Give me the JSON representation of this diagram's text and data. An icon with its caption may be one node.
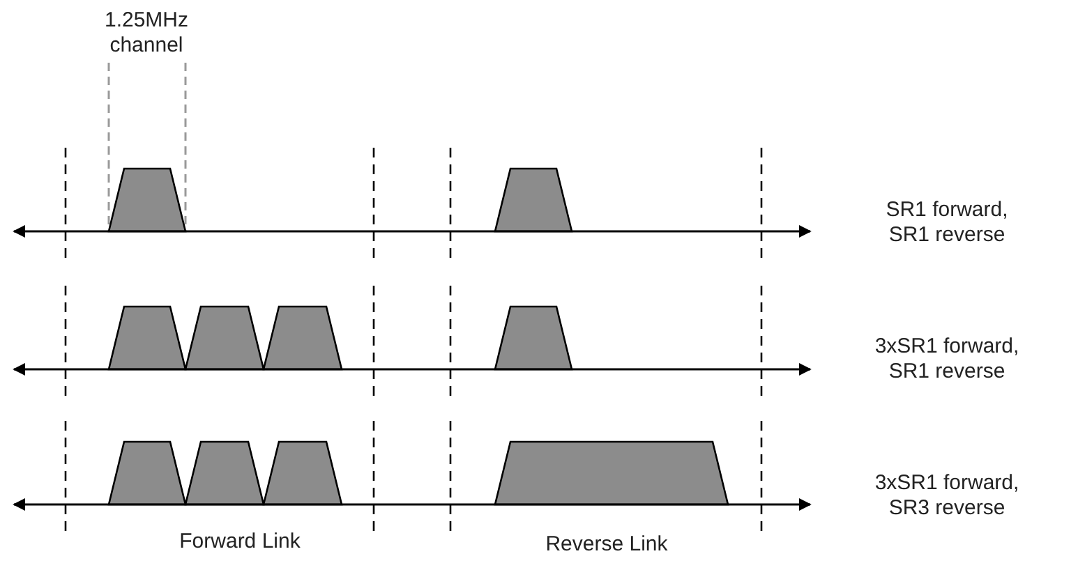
{
  "diagram": {
    "labels": [
      "1.25MHz channel",
      "SR1 forward, SR1 reverse",
      "3xSR1 forward, SR1 reverse",
      "3xSR1 forward, SR3 reverse",
      "Forward Link",
      "Reverse Link"
    ]
  }
}
